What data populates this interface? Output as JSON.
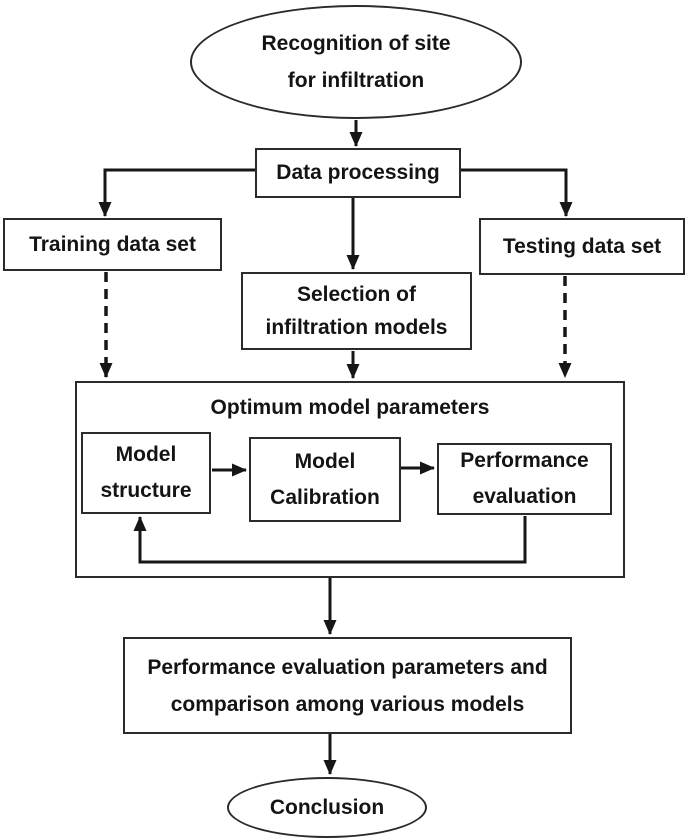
{
  "colors": {
    "background": "#ffffff",
    "line": "#161616",
    "box_border": "#2b2b2b",
    "text": "#141414"
  },
  "nodes": {
    "start": {
      "shape": "ellipse",
      "lines": [
        "Recognition of site",
        "for infiltration"
      ]
    },
    "data_processing": {
      "shape": "rect",
      "label": "Data processing"
    },
    "training_set": {
      "shape": "rect",
      "label": "Training data set"
    },
    "testing_set": {
      "shape": "rect",
      "label": "Testing data set"
    },
    "model_selection": {
      "shape": "rect",
      "lines": [
        "Selection of",
        "infiltration models"
      ]
    },
    "optimum_group": {
      "shape": "group-rect",
      "title": "Optimum model parameters"
    },
    "model_structure": {
      "shape": "rect",
      "lines": [
        "Model",
        "structure"
      ]
    },
    "model_calibration": {
      "shape": "rect",
      "lines": [
        "Model",
        "Calibration"
      ]
    },
    "performance_evaluation": {
      "shape": "rect",
      "lines": [
        "Performance",
        "evaluation"
      ]
    },
    "results_comparison": {
      "shape": "rect",
      "lines": [
        "Performance evaluation parameters and",
        "comparison among various models"
      ]
    },
    "conclusion": {
      "shape": "ellipse",
      "label": "Conclusion"
    }
  },
  "edges": [
    {
      "from": "start",
      "to": "data_processing",
      "style": "solid-arrow"
    },
    {
      "from": "data_processing",
      "to": "training_set",
      "style": "solid-arrow"
    },
    {
      "from": "data_processing",
      "to": "testing_set",
      "style": "solid-arrow"
    },
    {
      "from": "data_processing",
      "to": "model_selection",
      "style": "solid-arrow"
    },
    {
      "from": "model_selection",
      "to": "optimum_group",
      "style": "solid-arrow"
    },
    {
      "from": "training_set",
      "to": "optimum_group",
      "style": "dashed-arrow"
    },
    {
      "from": "testing_set",
      "to": "optimum_group",
      "style": "dashed-arrow"
    },
    {
      "from": "model_structure",
      "to": "model_calibration",
      "style": "solid-arrow"
    },
    {
      "from": "model_calibration",
      "to": "performance_evaluation",
      "style": "solid-arrow"
    },
    {
      "from": "performance_evaluation",
      "to": "model_structure",
      "style": "solid-arrow-feedback"
    },
    {
      "from": "optimum_group",
      "to": "results_comparison",
      "style": "solid-arrow"
    },
    {
      "from": "results_comparison",
      "to": "conclusion",
      "style": "solid-arrow"
    }
  ]
}
